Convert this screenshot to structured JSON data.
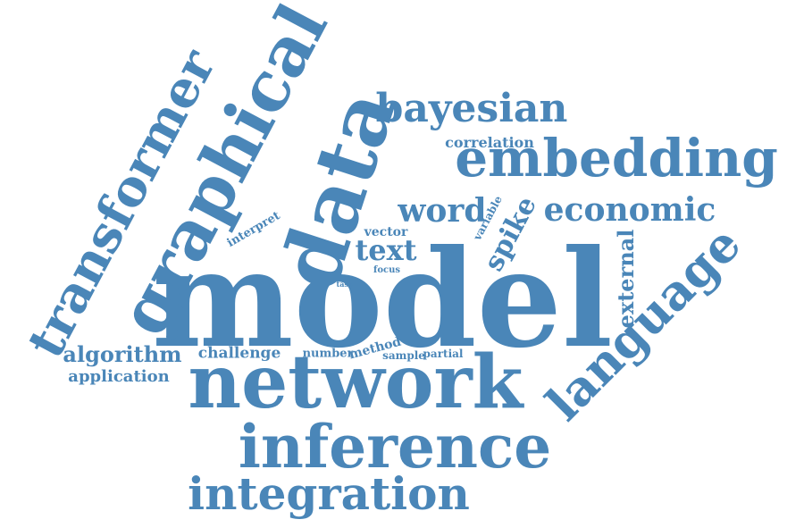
{
  "colors": {
    "word": "#4a86b8",
    "background": "#ffffff"
  },
  "words": [
    {
      "text": "model"
    },
    {
      "text": "network"
    },
    {
      "text": "inference"
    },
    {
      "text": "integration"
    },
    {
      "text": "graphical"
    },
    {
      "text": "data"
    },
    {
      "text": "transformer"
    },
    {
      "text": "embedding"
    },
    {
      "text": "bayesian"
    },
    {
      "text": "language"
    },
    {
      "text": "economic"
    },
    {
      "text": "word"
    },
    {
      "text": "text"
    },
    {
      "text": "spike"
    },
    {
      "text": "external"
    },
    {
      "text": "algorithm"
    },
    {
      "text": "application"
    },
    {
      "text": "challenge"
    },
    {
      "text": "correlation"
    },
    {
      "text": "vector"
    },
    {
      "text": "interpret"
    },
    {
      "text": "variable"
    },
    {
      "text": "focus"
    },
    {
      "text": "task"
    },
    {
      "text": "number"
    },
    {
      "text": "method"
    },
    {
      "text": "sample"
    },
    {
      "text": "partial"
    }
  ]
}
